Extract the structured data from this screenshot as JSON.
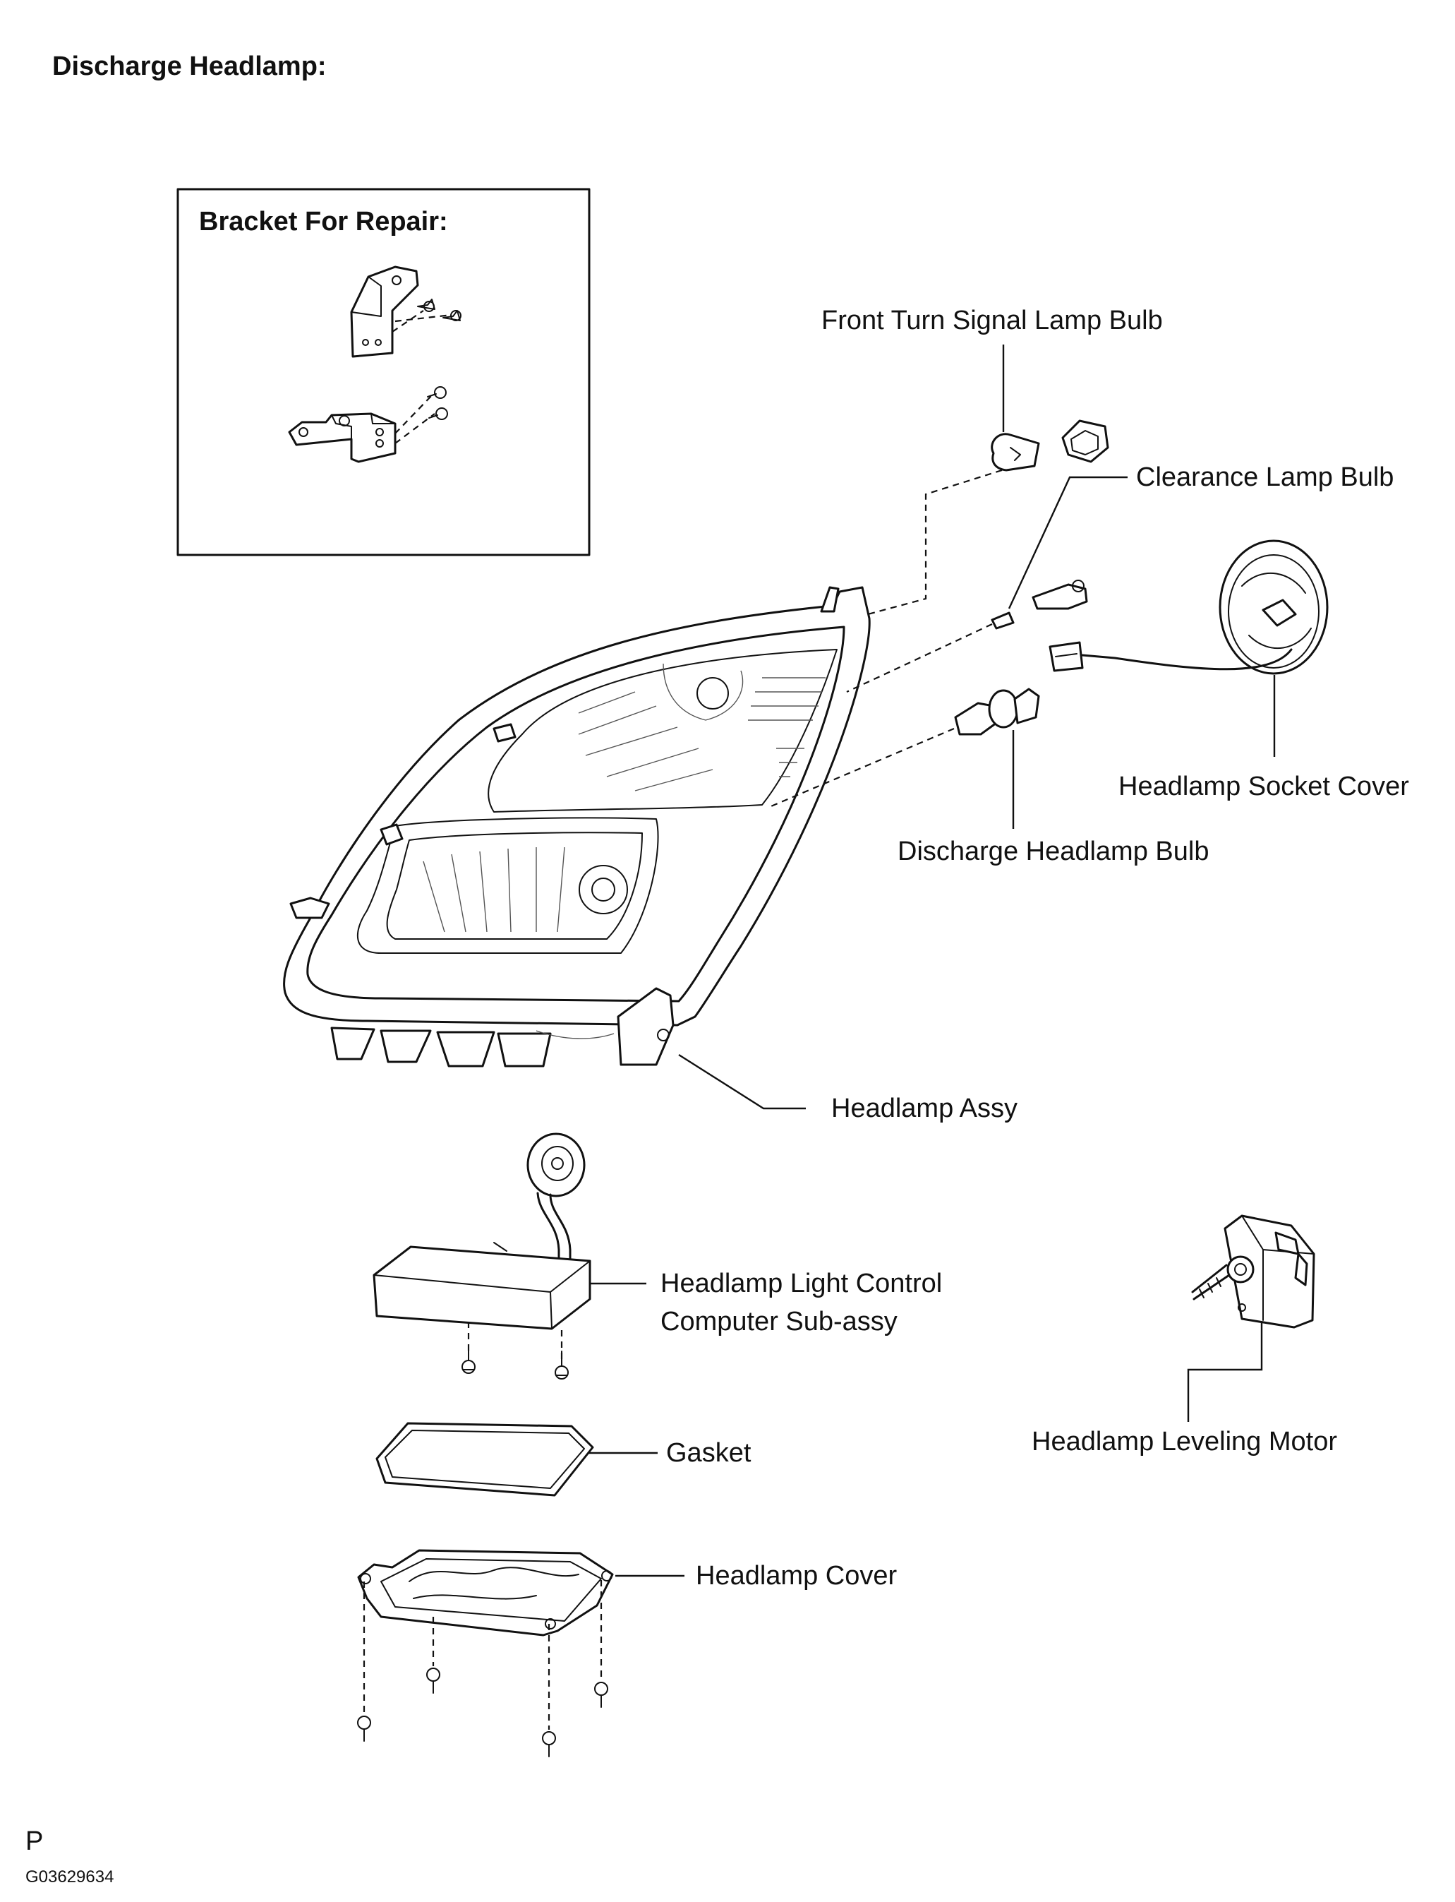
{
  "title": "Discharge Headlamp:",
  "inset": {
    "title": "Bracket For Repair:"
  },
  "labels": {
    "turn_signal_bulb": "Front Turn Signal Lamp Bulb",
    "clearance_bulb": "Clearance Lamp Bulb",
    "socket_cover": "Headlamp Socket Cover",
    "discharge_bulb": "Discharge Headlamp Bulb",
    "headlamp_assy": "Headlamp Assy",
    "control_computer_line1": "Headlamp Light Control",
    "control_computer_line2": "Computer Sub-assy",
    "gasket": "Gasket",
    "headlamp_cover": "Headlamp Cover",
    "leveling_motor": "Headlamp Leveling Motor"
  },
  "footer": {
    "letter": "P",
    "code": "G03629634"
  }
}
